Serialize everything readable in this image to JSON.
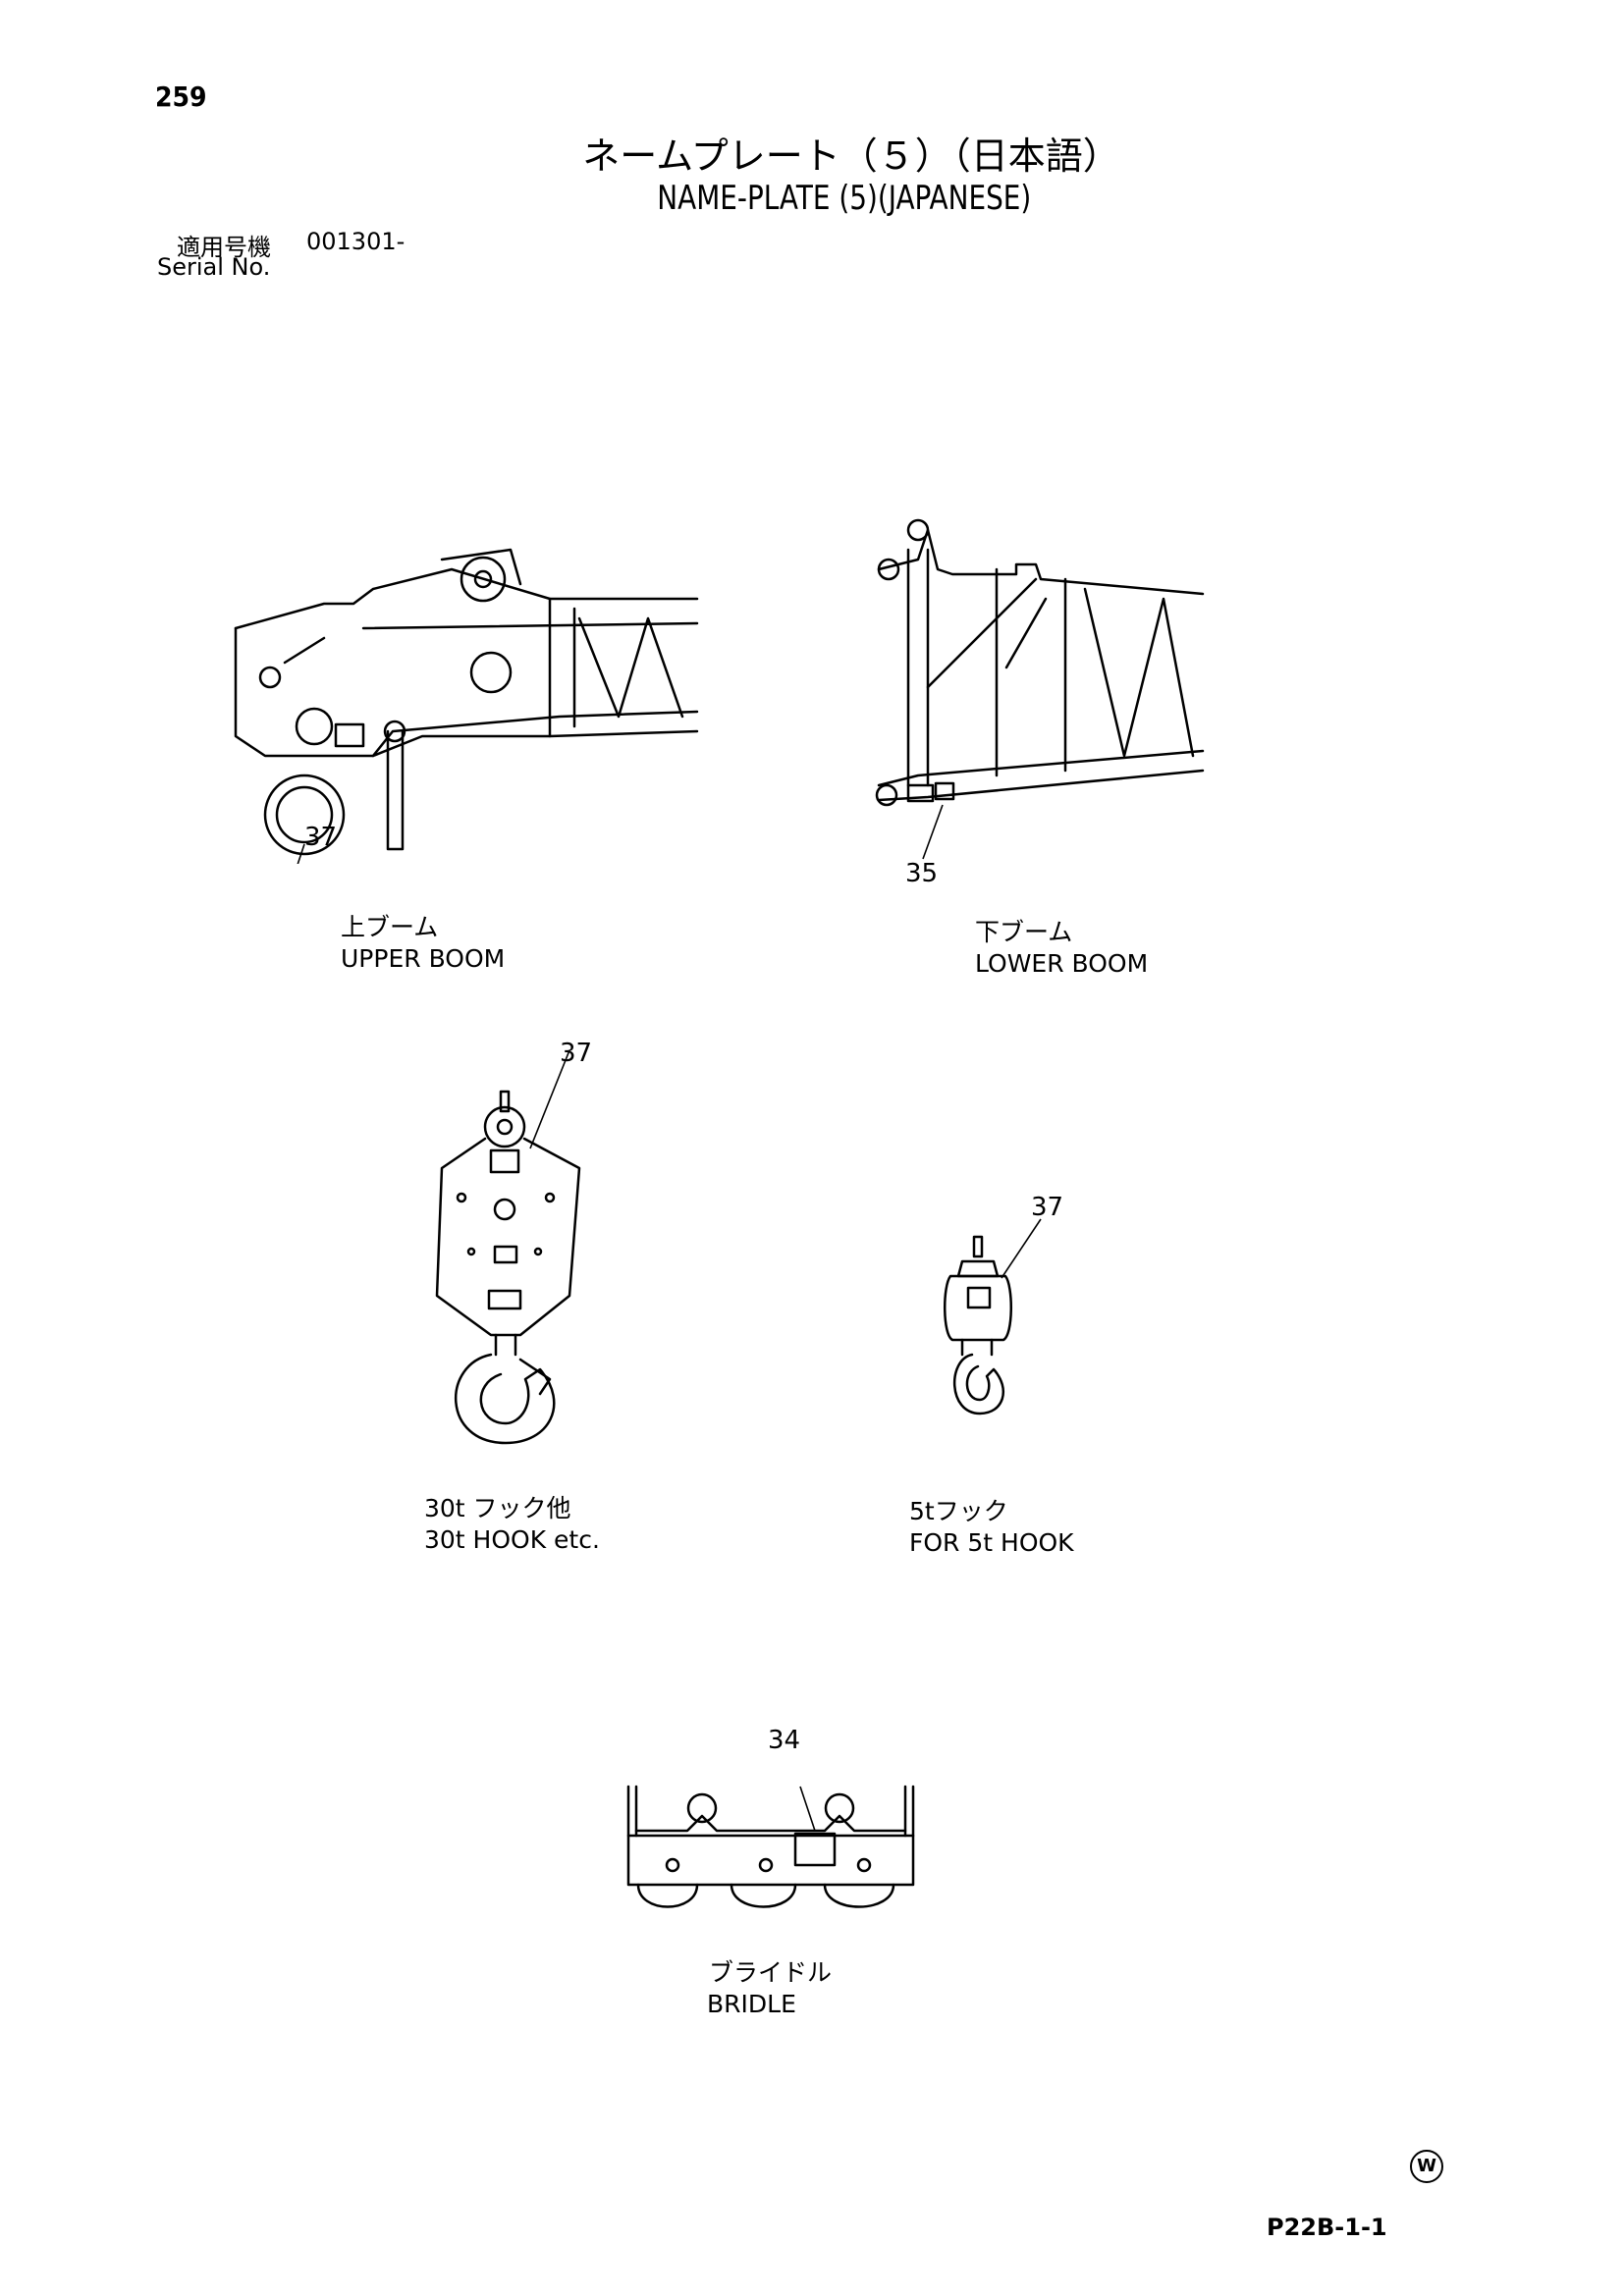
{
  "page": {
    "number": "259",
    "title_jp": "ネームプレート（５）（日本語）",
    "title_en": "NAME-PLATE (5)(JAPANESE)",
    "serial_label_jp": "適用号機",
    "serial_value": "001301-",
    "serial_label_en": "Serial No."
  },
  "figures": {
    "upper_boom": {
      "callout": "37",
      "caption_jp": "上ブーム",
      "caption_en": "UPPER BOOM"
    },
    "lower_boom": {
      "callout": "35",
      "caption_jp": "下ブーム",
      "caption_en": "LOWER BOOM"
    },
    "hook_30t": {
      "callout": "37",
      "caption_jp": "30t フック他",
      "caption_en": "30t HOOK etc."
    },
    "hook_5t": {
      "callout": "37",
      "caption_jp": "5tフック",
      "caption_en": "FOR 5t HOOK"
    },
    "bridle": {
      "callout": "34",
      "caption_jp": "ブライドル",
      "caption_en": "BRIDLE"
    }
  },
  "footer": {
    "mark": "W",
    "code": "P22B-1-1"
  }
}
